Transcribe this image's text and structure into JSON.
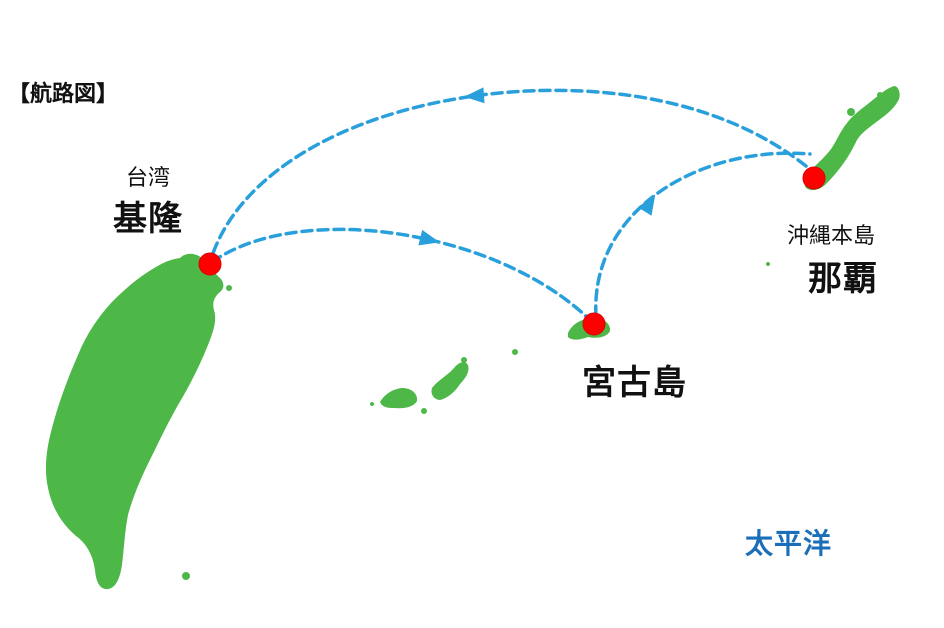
{
  "map": {
    "title": "【航路図】",
    "colors": {
      "land": "#4db848",
      "route": "#29a0dc",
      "port": "#ff0000",
      "ocean_label": "#1a6fb8",
      "text": "#111111"
    },
    "ports": [
      {
        "region": "台湾",
        "name": "基隆"
      },
      {
        "name": "宮古島"
      },
      {
        "region": "沖縄本島",
        "name": "那覇"
      }
    ],
    "ocean_label": "太平洋",
    "routes": [
      {
        "from": "基隆",
        "to": "宮古島"
      },
      {
        "from": "宮古島",
        "to": "那覇"
      },
      {
        "from": "那覇",
        "to": "基隆"
      }
    ]
  }
}
